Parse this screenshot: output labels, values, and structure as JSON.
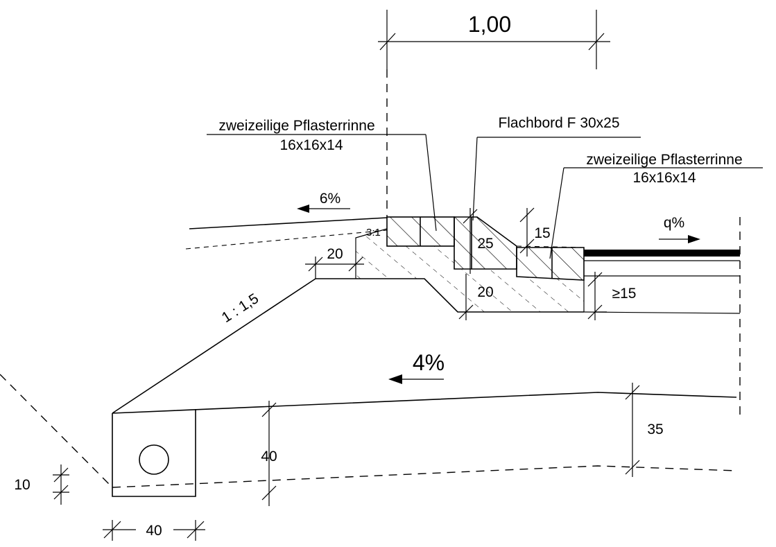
{
  "labels": {
    "width_dim": "1,00",
    "gutter_left_title": "zweizeilige Pflasterrinne",
    "gutter_left_size": "16x16x14",
    "curb_title": "Flachbord F 30x25",
    "gutter_right_title": "zweizeilige Pflasterrinne",
    "gutter_right_size": "16x16x14",
    "slope_left": "6%",
    "slope_right": "q%",
    "slope_ratio_small": "3:1",
    "slope_embankment": "1 : 1,5",
    "slope_bottom": "4%",
    "dim_20_top": "20",
    "dim_25": "25",
    "dim_15": "15",
    "dim_20_mid": "20",
    "dim_ge15": "≥15",
    "dim_35": "35",
    "dim_40_vert": "40",
    "dim_10": "10",
    "dim_40_horiz": "40"
  }
}
